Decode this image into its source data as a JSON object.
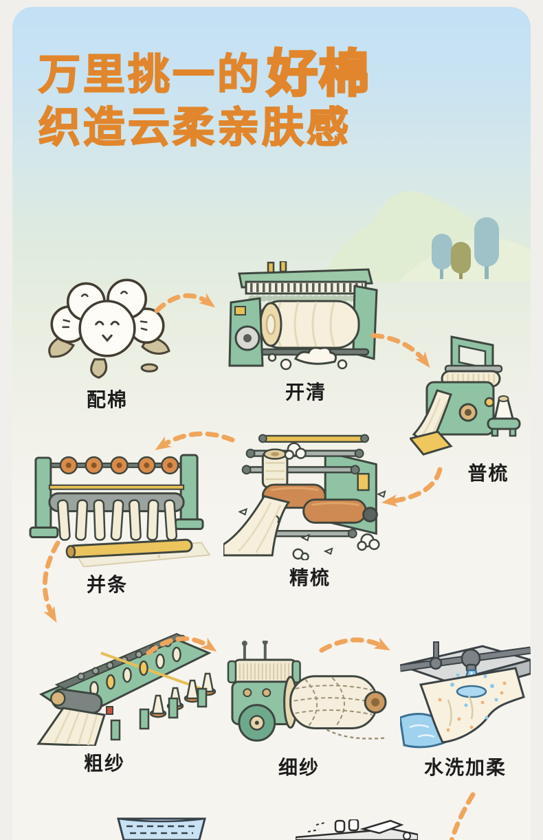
{
  "page": {
    "outer_background": "#f1efeb",
    "card_gradient_top": "#c3e0f5",
    "card_gradient_bottom": "#f6f4ef"
  },
  "header": {
    "title_line1_regular": "万里挑一的",
    "title_line1_emphasis": "好棉",
    "title_line2": "织造云柔亲肤感",
    "title_color": "#e1862c"
  },
  "scenery": {
    "hill_color": "#e1edd3",
    "tree_colors": [
      "#9ec2c8",
      "#a5a469",
      "#9ec2c8"
    ]
  },
  "flow": {
    "arrow_color": "#f0a55c",
    "machine_green": "#8fc3a4",
    "cotton_cream": "#f6efdc",
    "water_blue": "#8cc7ec",
    "steps": [
      {
        "label": "配棉",
        "icon": "cotton-flowers-illustration"
      },
      {
        "label": "开清",
        "icon": "opening-cleaning-machine-illustration"
      },
      {
        "label": "普梳",
        "icon": "carding-machine-illustration"
      },
      {
        "label": "并条",
        "icon": "drawing-frame-machine-illustration"
      },
      {
        "label": "精梳",
        "icon": "combing-machine-illustration"
      },
      {
        "label": "粗纱",
        "icon": "roving-machine-illustration"
      },
      {
        "label": "细纱",
        "icon": "fine-spinning-machine-illustration"
      },
      {
        "label": "水洗加柔",
        "icon": "washing-softening-illustration"
      }
    ]
  }
}
